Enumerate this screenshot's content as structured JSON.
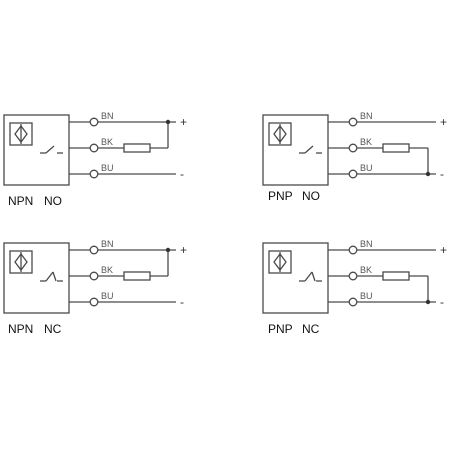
{
  "diagrams": [
    {
      "id": "npn-no",
      "type_label": "NPN",
      "mode_label": "NO",
      "wires": [
        "BN",
        "BK",
        "BU"
      ],
      "polarity": [
        "+",
        "-"
      ],
      "switch": "open",
      "load_rail": "positive"
    },
    {
      "id": "pnp-no",
      "type_label": "PNP",
      "mode_label": "NO",
      "wires": [
        "BN",
        "BK",
        "BU"
      ],
      "polarity": [
        "+",
        "-"
      ],
      "switch": "open",
      "load_rail": "negative"
    },
    {
      "id": "npn-nc",
      "type_label": "NPN",
      "mode_label": "NC",
      "wires": [
        "BN",
        "BK",
        "BU"
      ],
      "polarity": [
        "+",
        "-"
      ],
      "switch": "closed",
      "load_rail": "positive"
    },
    {
      "id": "pnp-nc",
      "type_label": "PNP",
      "mode_label": "NC",
      "wires": [
        "BN",
        "BK",
        "BU"
      ],
      "polarity": [
        "+",
        "-"
      ],
      "switch": "closed",
      "load_rail": "negative"
    }
  ]
}
